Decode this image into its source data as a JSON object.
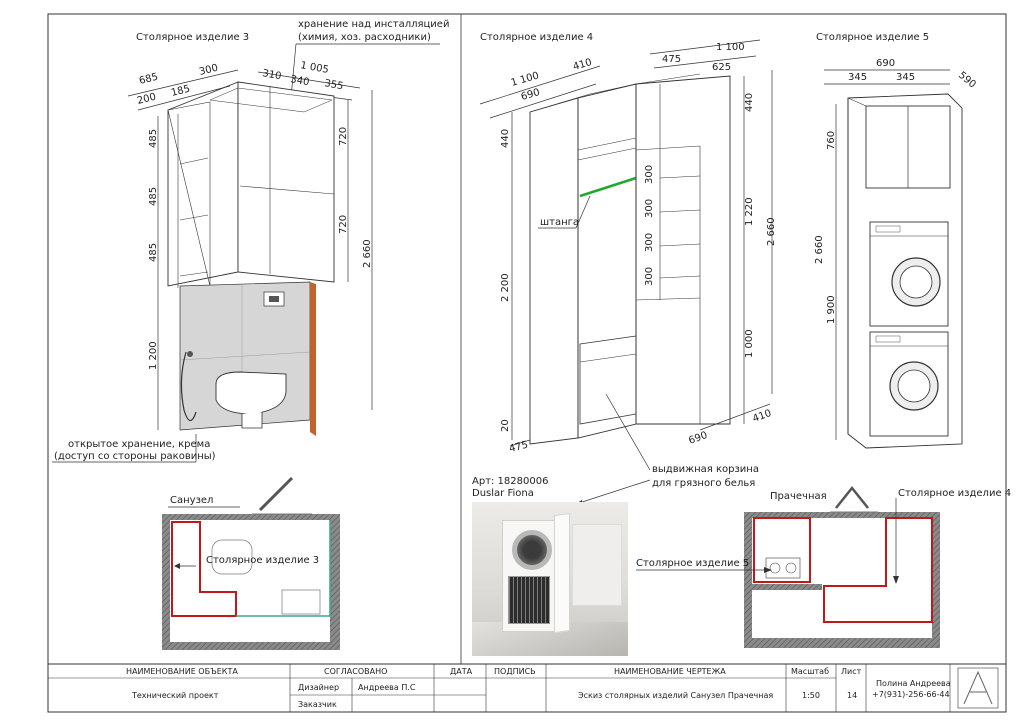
{
  "left_view": {
    "title": "Столярное изделие 3",
    "note_storage": [
      "хранение над инсталляцией",
      "(химия, хоз. расходники)"
    ],
    "note_open": [
      "открытое хранение, крема",
      "(доступ со стороны раковины)"
    ],
    "dims_top": [
      "685",
      "300",
      "200",
      "185",
      "310",
      "340",
      "1 005",
      "355"
    ],
    "dims_left": [
      "485",
      "485",
      "485",
      "1 200"
    ],
    "dims_right": [
      "720",
      "720",
      "2 660"
    ]
  },
  "mid_view": {
    "title": "Столярное изделие 4",
    "dims_top": [
      "1 100",
      "410",
      "690",
      "475",
      "625",
      "1 100"
    ],
    "dims_left": [
      "440",
      "2 200",
      "20",
      "475"
    ],
    "dims_inner": [
      "300",
      "300",
      "300",
      "300"
    ],
    "dims_right": [
      "440",
      "1 220",
      "2 660",
      "1 000",
      "410",
      "690"
    ],
    "rod_label": "штанга",
    "basket_note": [
      "выдвижная корзина",
      "для грязного белья"
    ]
  },
  "right_view": {
    "title": "Столярное изделие 5",
    "dims_top": [
      "690",
      "345",
      "345",
      "590"
    ],
    "dims_left": [
      "760",
      "2 660",
      "1 900"
    ]
  },
  "plan_left": {
    "title": "Санузел",
    "label": "Столярное изделие 3"
  },
  "photo": {
    "article": "Арт: 18280006",
    "product": "Duslar Fiona"
  },
  "plan_right": {
    "title": "Прачечная",
    "label_a": "Столярное изделие 4",
    "label_b": "Столярное изделие 5"
  },
  "title_block": {
    "h_object": "НАИМЕНОВАНИЕ ОБЪЕКТА",
    "h_agreed": "СОГЛАСОВАНО",
    "h_date": "ДАТА",
    "h_sign": "ПОДПИСЬ",
    "h_drawing": "НАИМЕНОВАНИЕ ЧЕРТЕЖА",
    "h_scale": "Масштаб",
    "h_sheet": "Лист",
    "object": "Технический проект",
    "designer_role": "Дизайнер",
    "designer_name": "Андреева П.С",
    "client_role": "Заказчик",
    "drawing": "Эскиз столярных изделий Санузел Прачечная",
    "scale": "1:50",
    "sheet": "14",
    "author": "Полина Андреева",
    "phone": "+7(931)-256-66-44",
    "logo": "A"
  },
  "colors": {
    "outline": "#333333",
    "accent_red": "#c0181b",
    "rod_green": "#1faa2e",
    "panel_orange": "#c4622d",
    "tile_grey": "#d6d6d6",
    "wall_hatch": "#7a7a7a",
    "bath_teal": "#39a98a"
  }
}
